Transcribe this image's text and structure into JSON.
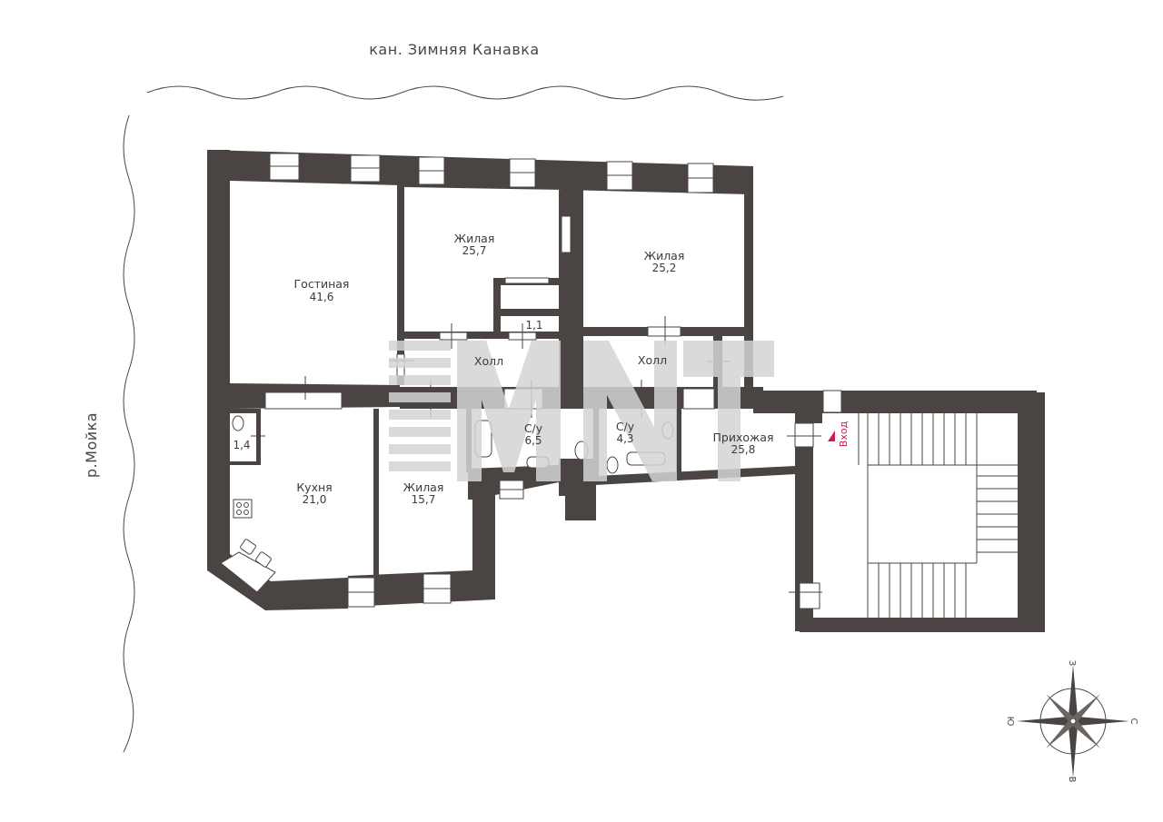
{
  "streets": {
    "top": "кан. Зимняя Канавка",
    "left": "р.Мойка"
  },
  "rooms": {
    "living_room": {
      "name": "Гостиная",
      "area": "41,6"
    },
    "bedroom_1": {
      "name": "Жилая",
      "area": "25,7"
    },
    "bedroom_2": {
      "name": "Жилая",
      "area": "25,2"
    },
    "closet": {
      "area": "1,1"
    },
    "hall_1": {
      "name": "Холл"
    },
    "hall_2": {
      "name": "Холл"
    },
    "wc_small": {
      "area": "1,4"
    },
    "kitchen": {
      "name": "Кухня",
      "area": "21,0"
    },
    "bedroom_3": {
      "name": "Жилая",
      "area": "15,7"
    },
    "bath_1": {
      "name": "С/у",
      "area": "6,5"
    },
    "bath_2": {
      "name": "С/у",
      "area": "4,3"
    },
    "entrance_hall": {
      "name": "Прихожая",
      "area": "25,8"
    }
  },
  "entrance": {
    "label": "Вход",
    "color": "#c41f4f"
  },
  "compass": {
    "north": "С",
    "south": "Ю",
    "east": "В",
    "west": "З"
  },
  "colors": {
    "wall": "#4a4542",
    "watermark": "#d4d4d4"
  }
}
